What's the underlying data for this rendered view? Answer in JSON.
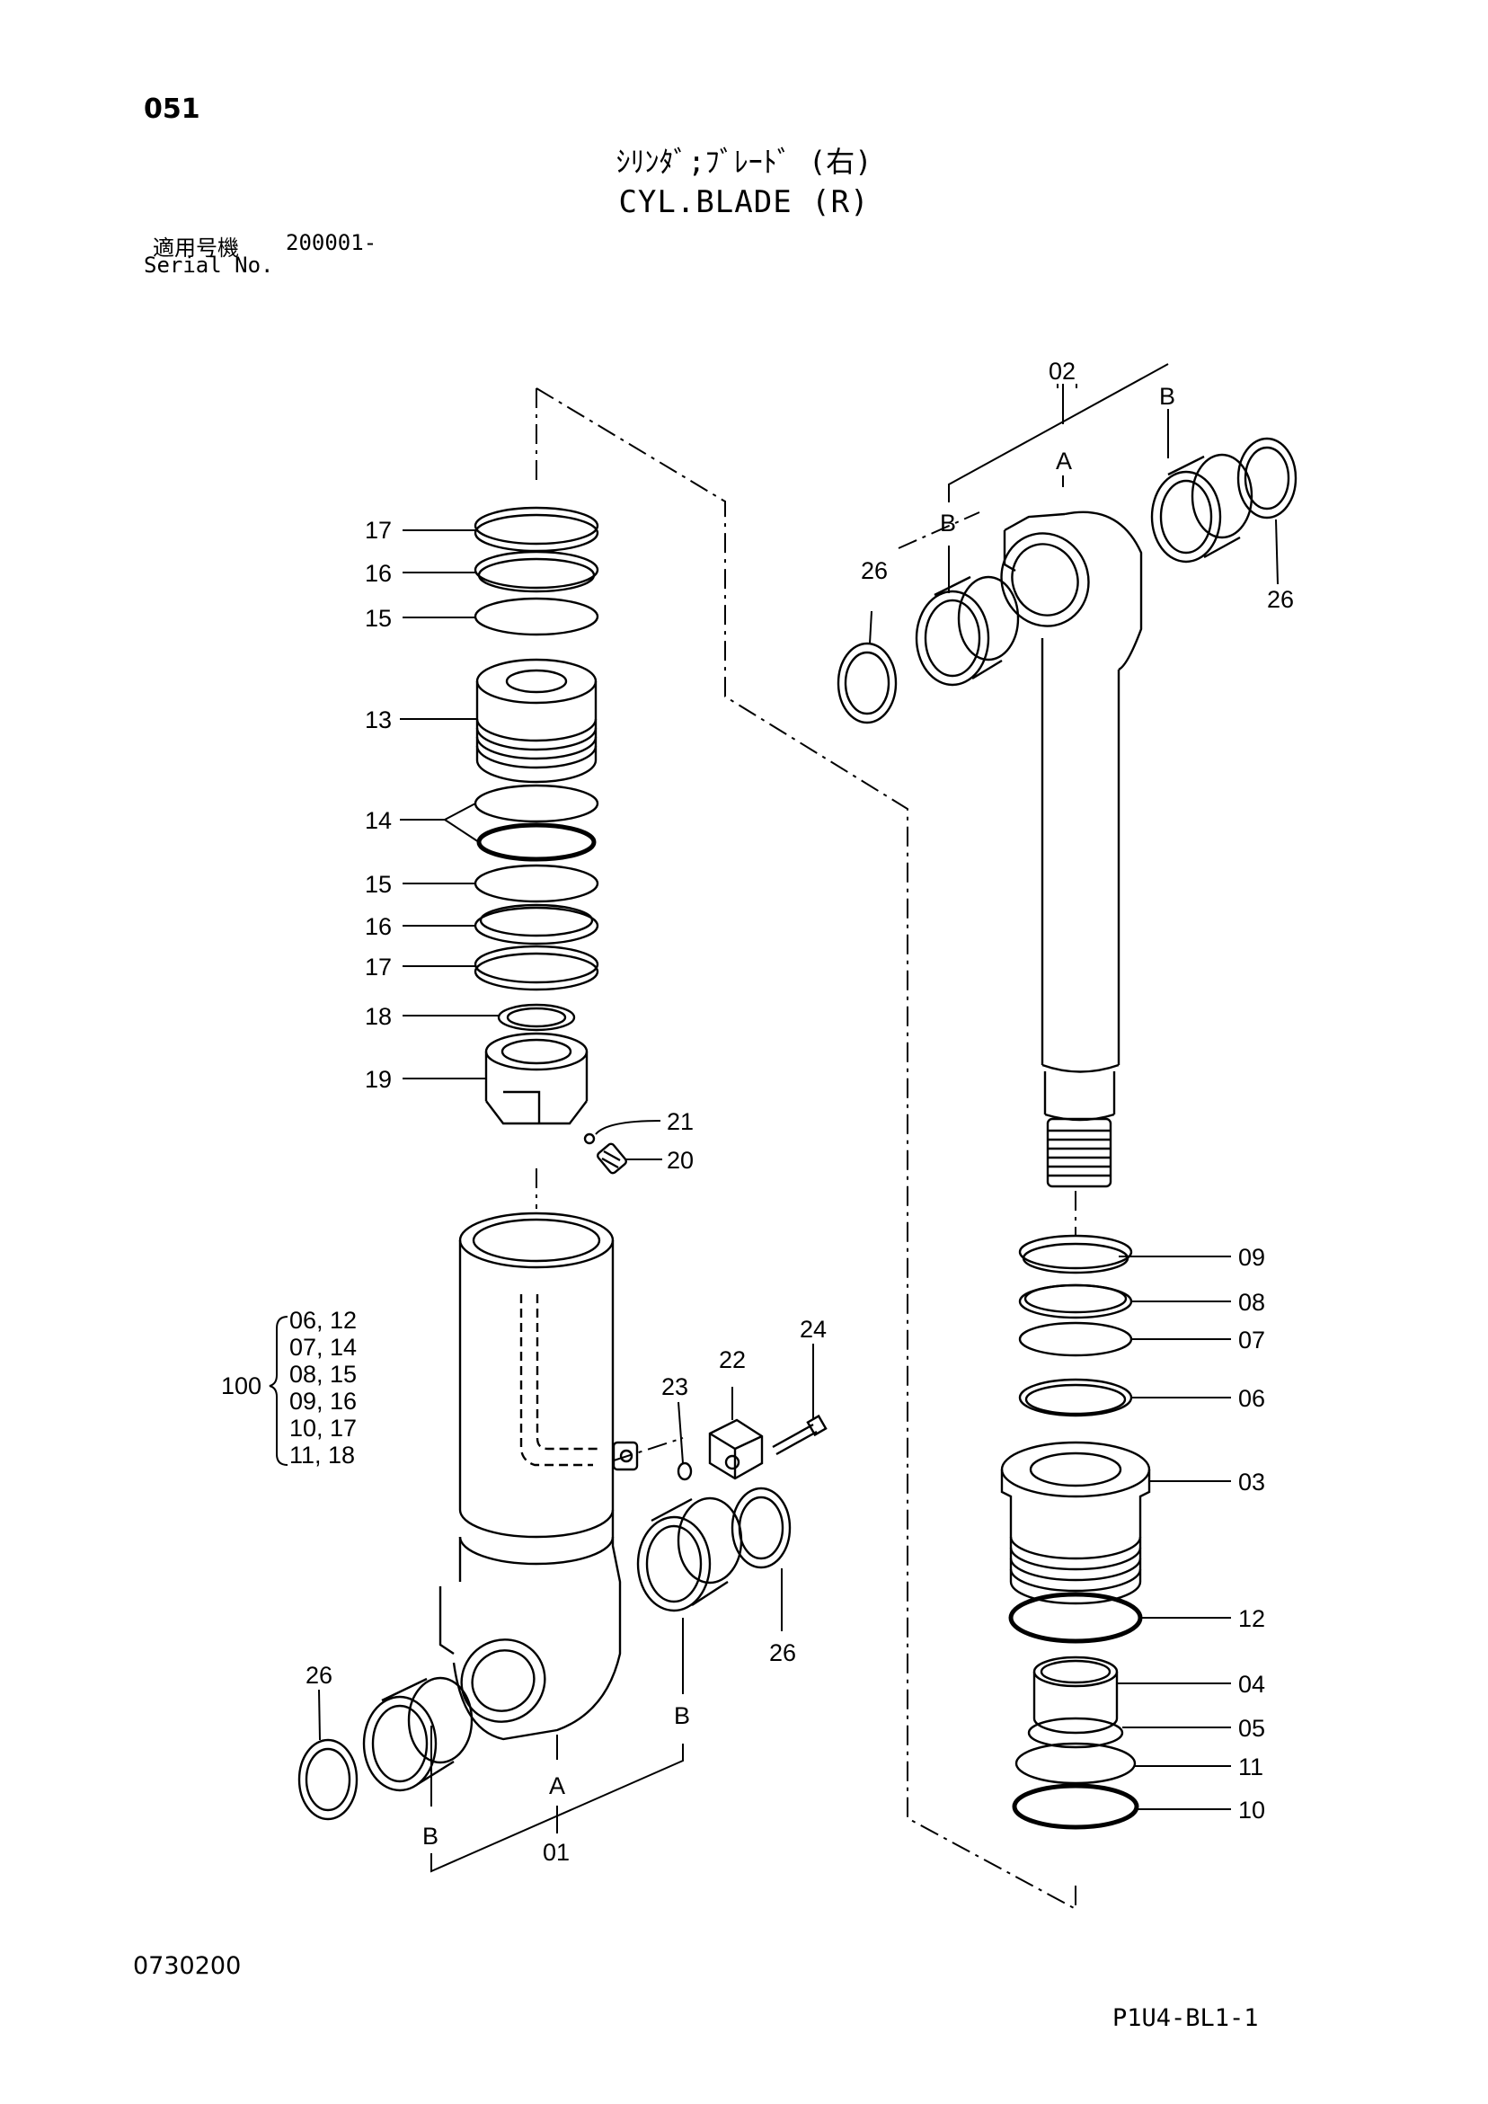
{
  "header": {
    "page_number": "051",
    "title_ja": "ｼﾘﾝﾀﾞ;ﾌﾞﾚｰﾄﾞ (右)",
    "title_en": "CYL.BLADE (R)",
    "serial_label_ja": "適用号機",
    "serial_label_en": "Serial No.",
    "serial_value": "200001-"
  },
  "callouts": {
    "c17a": "17",
    "c16a": "16",
    "c15a": "15",
    "c13": "13",
    "c14": "14",
    "c15b": "15",
    "c16b": "16",
    "c17b": "17",
    "c18": "18",
    "c19": "19",
    "c21": "21",
    "c20": "20",
    "c24": "24",
    "c22": "22",
    "c23": "23",
    "c26a": "26",
    "c26b": "26",
    "c26c": "26",
    "c26d": "26",
    "c02": "02",
    "c09": "09",
    "c08": "08",
    "c07": "07",
    "c06": "06",
    "c03": "03",
    "c12": "12",
    "c04": "04",
    "c05": "05",
    "c11": "11",
    "c10": "10",
    "c01": "01",
    "bA_rod": "A",
    "bB_rod_left": "B",
    "bB_rod_right": "B",
    "bA_tube": "A",
    "bB_tube_right": "B",
    "bB_tube_left": "B"
  },
  "kit": {
    "number": "100",
    "rows": [
      "06, 12",
      "07, 14",
      "08, 15",
      "09, 16",
      "10, 17",
      "11, 18"
    ]
  },
  "footer": {
    "drawing_code": "0730200",
    "page_code": "P1U4-BL1-1"
  }
}
